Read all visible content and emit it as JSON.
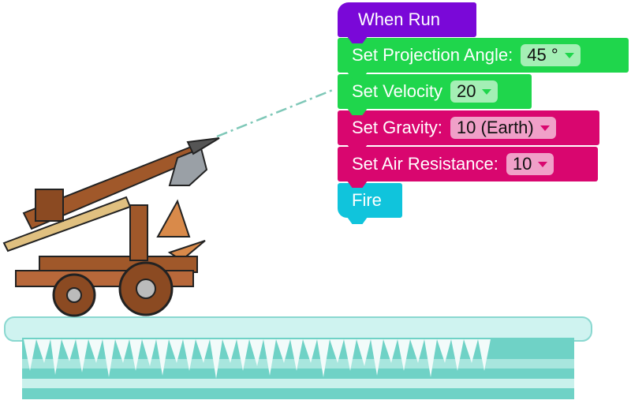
{
  "blocks": {
    "when_run": {
      "label": "When Run",
      "color": "#7a08d8"
    },
    "projection_angle": {
      "label": "Set Projection Angle:",
      "value": "45 °",
      "color": "#1fd64c"
    },
    "velocity": {
      "label": "Set Velocity",
      "value": "20",
      "color": "#1fd64c"
    },
    "gravity": {
      "label": "Set Gravity:",
      "value": "10 (Earth)",
      "color": "#d9066f"
    },
    "air_resistance": {
      "label": "Set Air Resistance:",
      "value": "10",
      "color": "#d9066f"
    },
    "fire": {
      "label": "Fire",
      "color": "#10c4dc"
    }
  }
}
